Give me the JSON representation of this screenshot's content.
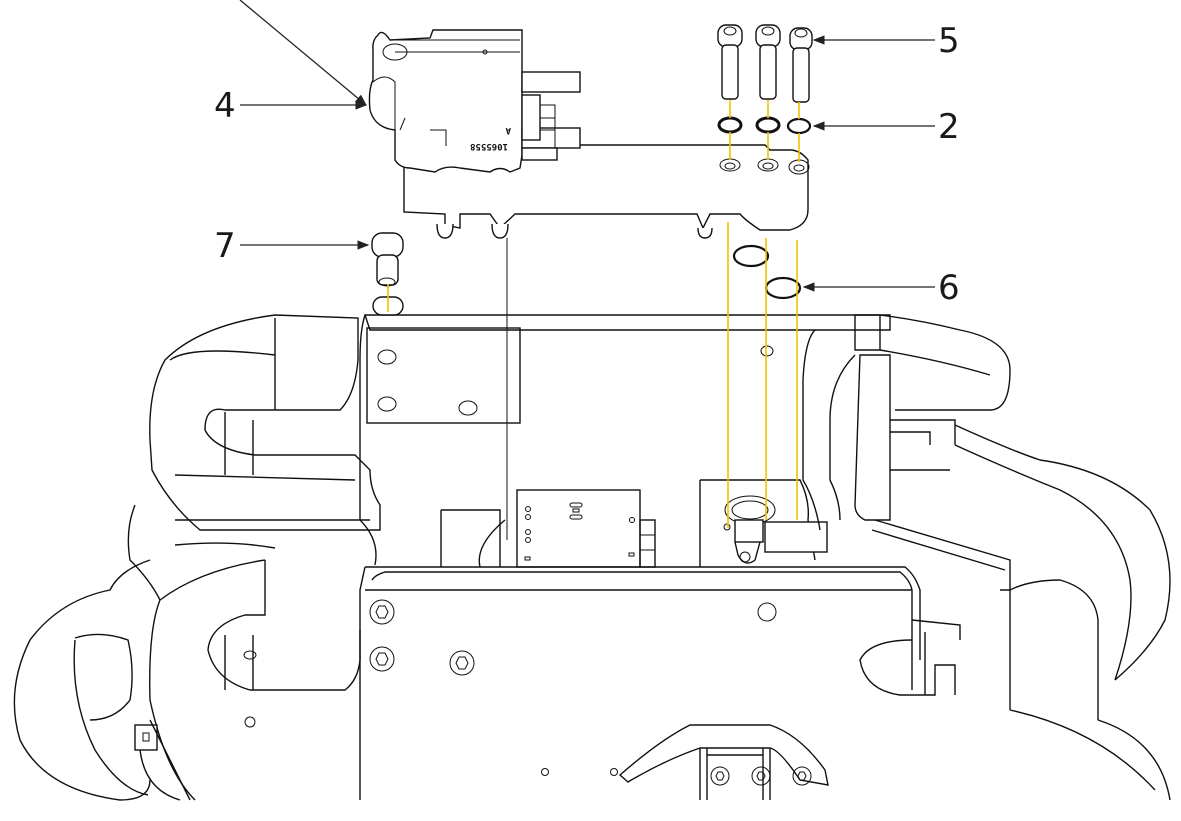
{
  "diagram": {
    "type": "exploded-assembly-view",
    "colors": {
      "line": "#111111",
      "alignment_guide": "#f2c200",
      "callout_text": "#1a1a1a",
      "background": "#ffffff"
    },
    "part_marking": {
      "number": "1065558",
      "revision": "A",
      "orientation": "upside-down"
    },
    "callouts": [
      {
        "id": "c4",
        "label": "4",
        "target": "module-block"
      },
      {
        "id": "c5",
        "label": "5",
        "target": "socket-head-screw"
      },
      {
        "id": "c2",
        "label": "2",
        "target": "lock-washer"
      },
      {
        "id": "c7",
        "label": "7",
        "target": "shoulder-bolt"
      },
      {
        "id": "c6",
        "label": "6",
        "target": "o-ring"
      }
    ],
    "parts": {
      "screws_count": 3,
      "washers_count": 3,
      "o_rings_count": 2
    }
  }
}
